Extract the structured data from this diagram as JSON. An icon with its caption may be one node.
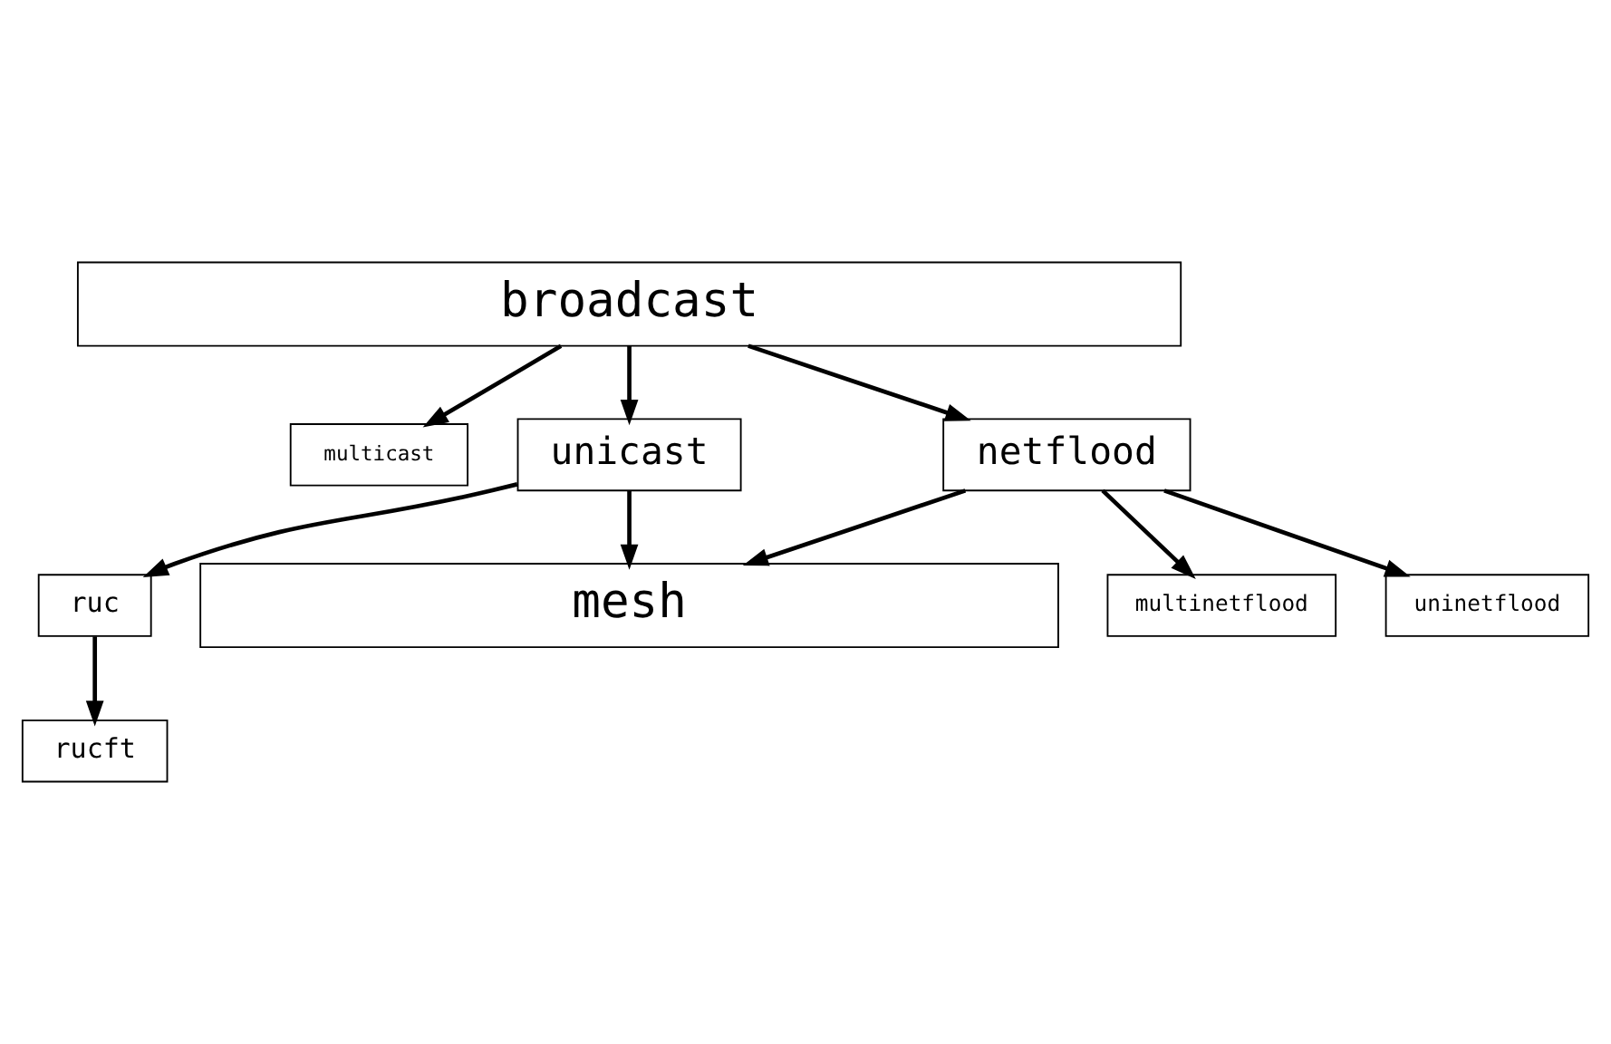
{
  "diagram": {
    "nodes": [
      {
        "text": [
          "broadcast"
        ]
      },
      {
        "text": [
          "multicast"
        ]
      },
      {
        "text": [
          "unicast"
        ]
      },
      {
        "text": [
          "netflood"
        ]
      },
      {
        "text": [
          "ruc"
        ]
      },
      {
        "text": [
          "rucft"
        ]
      },
      {
        "text": [
          "multinetflood"
        ]
      },
      {
        "text": [
          "uninetflood"
        ]
      },
      {
        "text": [
          "mesh"
        ]
      }
    ],
    "edges": [
      {
        "from": 0,
        "to": 1,
        "arrow": "to"
      },
      {
        "from": 0,
        "to": 2,
        "arrow": "to"
      },
      {
        "from": 0,
        "to": 3,
        "arrow": "to"
      },
      {
        "from": 2,
        "to": 4,
        "arrow": "to"
      },
      {
        "from": 4,
        "to": 5,
        "arrow": "to"
      },
      {
        "from": 2,
        "to": 8,
        "arrow": "to"
      },
      {
        "from": 3,
        "to": 8,
        "arrow": "to"
      },
      {
        "from": 3,
        "to": 6,
        "arrow": "to"
      },
      {
        "from": 3,
        "to": 7,
        "arrow": "to"
      }
    ]
  }
}
